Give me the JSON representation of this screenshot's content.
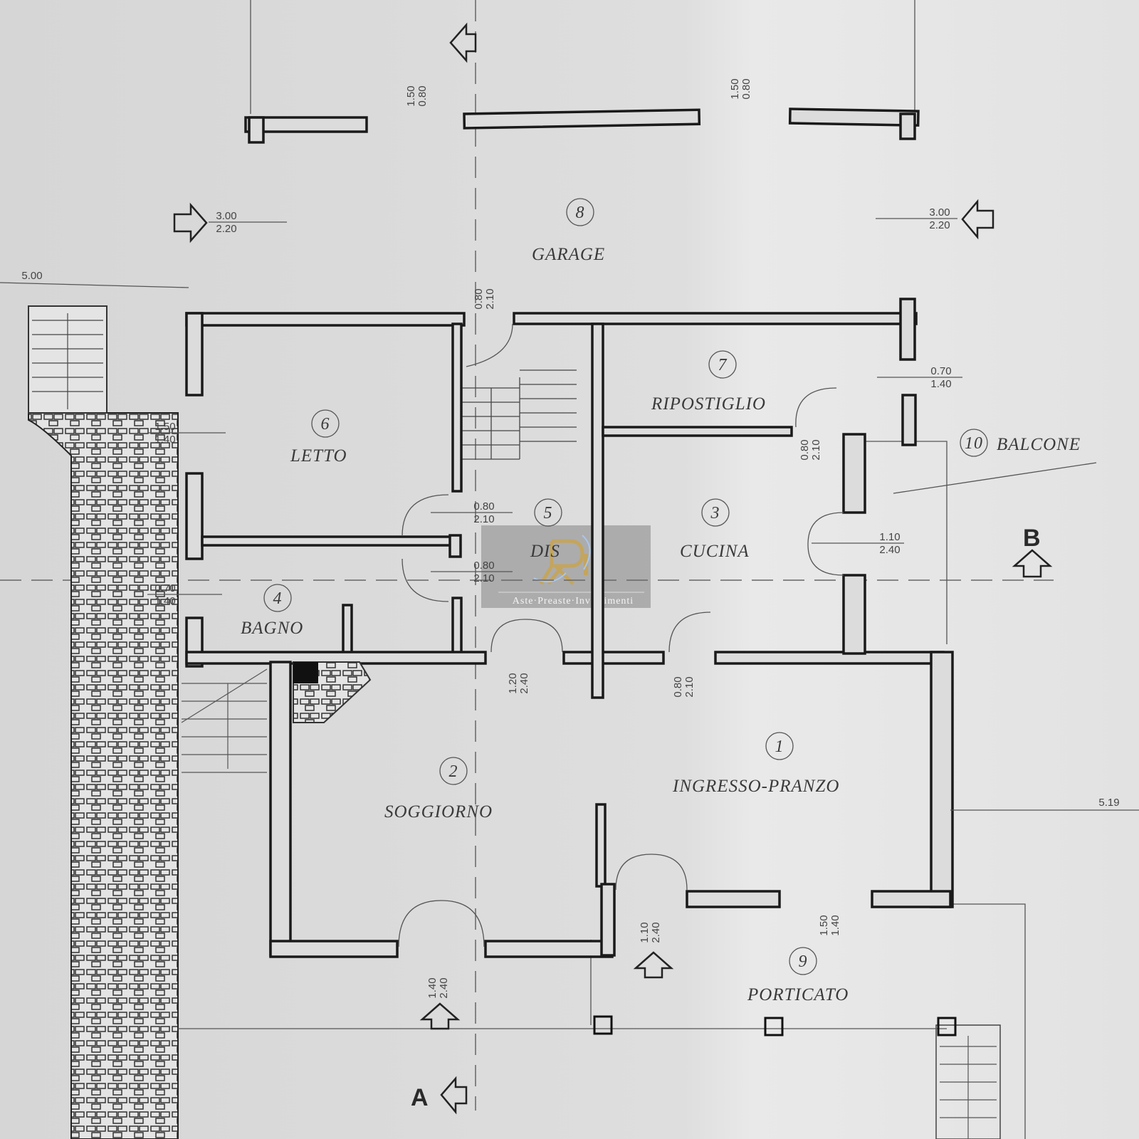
{
  "rooms": [
    {
      "num": "1",
      "name": "INGRESSO-PRANZO"
    },
    {
      "num": "2",
      "name": "SOGGIORNO"
    },
    {
      "num": "3",
      "name": "CUCINA"
    },
    {
      "num": "4",
      "name": "BAGNO"
    },
    {
      "num": "5",
      "name": "DIS"
    },
    {
      "num": "6",
      "name": "LETTO"
    },
    {
      "num": "7",
      "name": "RIPOSTIGLIO"
    },
    {
      "num": "8",
      "name": "GARAGE"
    },
    {
      "num": "9",
      "name": "PORTICATO"
    },
    {
      "num": "10",
      "name": "BALCONE"
    }
  ],
  "dimensions": [
    {
      "a": "1.50",
      "b": "0.80"
    },
    {
      "a": "1.50",
      "b": "0.80"
    },
    {
      "a": "3.00",
      "b": "2.20"
    },
    {
      "a": "3.00",
      "b": "2.20"
    },
    {
      "a": "0.80",
      "b": "2.10"
    },
    {
      "a": "0.70",
      "b": "1.40"
    },
    {
      "a": "1.50",
      "b": "1.40"
    },
    {
      "a": "0.80",
      "b": "2.10"
    },
    {
      "a": "0.80",
      "b": "2.10"
    },
    {
      "a": "1.10",
      "b": "2.40"
    },
    {
      "a": "0.80",
      "b": "2.10"
    },
    {
      "a": "0.70",
      "b": "1.40"
    },
    {
      "a": "1.20",
      "b": "2.40"
    },
    {
      "a": "0.80",
      "b": "2.10"
    },
    {
      "a": "1.10",
      "b": "2.40"
    },
    {
      "a": "1.50",
      "b": "1.40"
    },
    {
      "a": "1.40",
      "b": "2.40"
    }
  ],
  "levels": {
    "left": "5.00",
    "right": "5.19"
  },
  "sections": {
    "a": "A",
    "b": "B"
  },
  "watermark": {
    "logo": "RA",
    "text": "Aste·Preaste·Investimenti"
  }
}
